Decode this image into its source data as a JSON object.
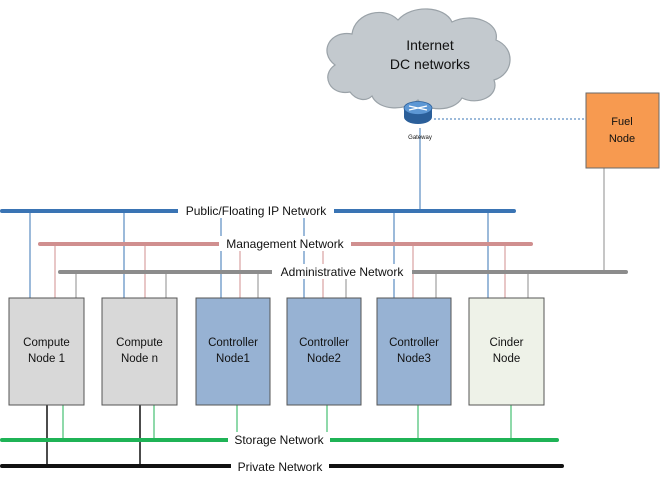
{
  "cloud": {
    "line1": "Internet",
    "line2": "DC networks"
  },
  "gateway": {
    "label": "Gateway"
  },
  "fuel": {
    "line1": "Fuel",
    "line2": "Node"
  },
  "networks": {
    "public": "Public/Floating IP Network",
    "management": "Management Network",
    "administrative": "Administrative Network",
    "storage": "Storage Network",
    "private": "Private Network"
  },
  "nodes": [
    {
      "line1": "Compute",
      "line2": "Node 1"
    },
    {
      "line1": "Compute",
      "line2": "Node n"
    },
    {
      "line1": "Controller",
      "line2": "Node1"
    },
    {
      "line1": "Controller",
      "line2": "Node2"
    },
    {
      "line1": "Controller",
      "line2": "Node3"
    },
    {
      "line1": "Cinder",
      "line2": "Node"
    }
  ],
  "colors": {
    "public": "#3a74b4",
    "management": "#d08f8f",
    "administrative": "#8c8c8c",
    "storage": "#1fb356",
    "private": "#111111",
    "compute_fill": "#d8d8d8",
    "controller_fill": "#97b2d3",
    "cinder_fill": "#eef2e8",
    "fuel_fill": "#f79a50",
    "cloud_fill": "#c3c9ce"
  }
}
